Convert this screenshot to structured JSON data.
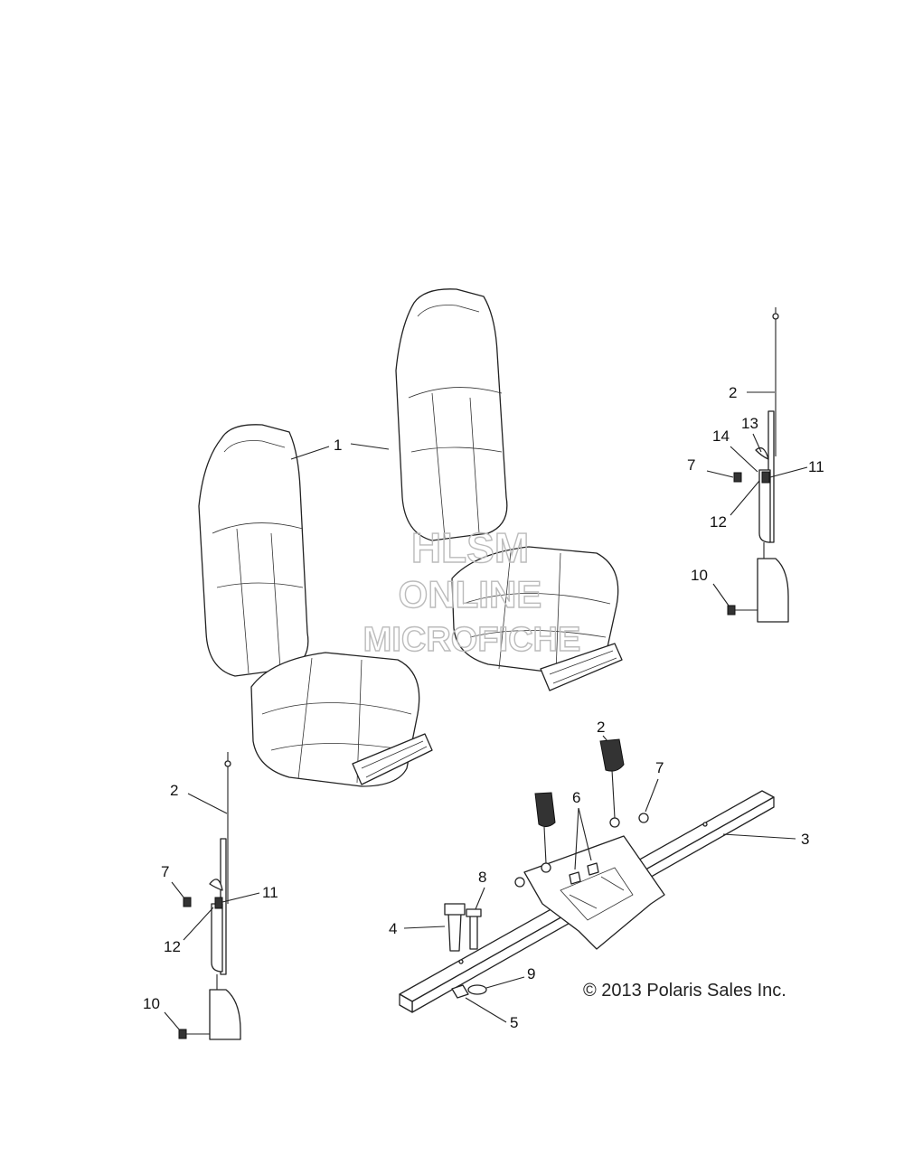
{
  "copyright": "© 2013 Polaris Sales Inc.",
  "watermark": {
    "line1": "HLSM",
    "line2": "ONLINE",
    "line3": "MICROFICHE"
  },
  "callouts": {
    "c1": "1",
    "r_2": "2",
    "r_13": "13",
    "r_14": "14",
    "r_7": "7",
    "r_11": "11",
    "r_12": "12",
    "r_10": "10",
    "m_2": "2",
    "m_7": "7",
    "m_6": "6",
    "m_3": "3",
    "m_8": "8",
    "m_4": "4",
    "m_9": "9",
    "m_5": "5",
    "l_2": "2",
    "l_7": "7",
    "l_11": "11",
    "l_12": "12",
    "l_10": "10"
  }
}
